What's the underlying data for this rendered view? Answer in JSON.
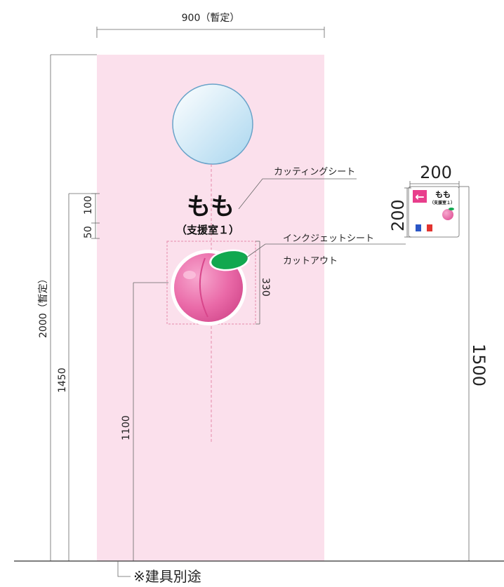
{
  "door": {
    "width_label": "900（暫定）",
    "height_label": "2000（暫定）",
    "sign_center_height": "1450",
    "illustration_center_height": "1100",
    "spacing_upper": "100",
    "spacing_lower": "50",
    "illustration_size": "330",
    "door_color": "#fbe0ec",
    "window_color": "#cfe9f7"
  },
  "sign": {
    "title": "もも",
    "subtitle": "（支援室１）"
  },
  "callouts": {
    "cutting_sheet": "カッティングシート",
    "inkjet_sheet": "インクジェットシート",
    "cut_out": "カットアウト"
  },
  "small_sign": {
    "width_label": "200",
    "height_label": "200",
    "mount_height": "1500",
    "arrow_symbol": "←",
    "title": "もも",
    "subtitle": "（支援室１）",
    "arrow_color": "#e83e8c"
  },
  "footer": {
    "note": "※建具別途"
  }
}
